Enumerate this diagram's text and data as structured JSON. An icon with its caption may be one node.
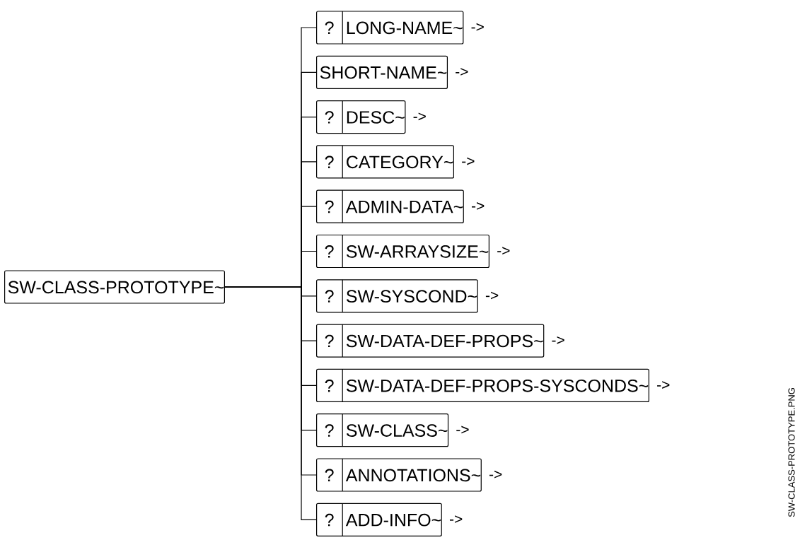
{
  "diagram": {
    "nodes": [
      {
        "text": [
          "SW-CLASS-PROTOTYPE~"
        ]
      },
      {
        "text": [
          "?",
          "LONG-NAME~"
        ],
        "beside": [
          "->"
        ]
      },
      {
        "text": [
          "SHORT-NAME~"
        ],
        "beside": [
          "->"
        ]
      },
      {
        "text": [
          "?",
          "DESC~"
        ],
        "beside": [
          "->"
        ]
      },
      {
        "text": [
          "?",
          "CATEGORY~"
        ],
        "beside": [
          "->"
        ]
      },
      {
        "text": [
          "?",
          "ADMIN-DATA~"
        ],
        "beside": [
          "->"
        ]
      },
      {
        "text": [
          "?",
          "SW-ARRAYSIZE~"
        ],
        "beside": [
          "->"
        ]
      },
      {
        "text": [
          "?",
          "SW-SYSCOND~"
        ],
        "beside": [
          "->"
        ]
      },
      {
        "text": [
          "?",
          "SW-DATA-DEF-PROPS~"
        ],
        "beside": [
          "->"
        ]
      },
      {
        "text": [
          "?",
          "SW-DATA-DEF-PROPS-SYSCONDS~"
        ],
        "beside": [
          "->"
        ]
      },
      {
        "text": [
          "?",
          "SW-CLASS~"
        ],
        "beside": [
          "->"
        ]
      },
      {
        "text": [
          "?",
          "ANNOTATIONS~"
        ],
        "beside": [
          "->"
        ]
      },
      {
        "text": [
          "?",
          "ADD-INFO~"
        ],
        "beside": [
          "->"
        ]
      }
    ],
    "edges": [
      {
        "from": 0,
        "to": 1,
        "arrow": "none"
      },
      {
        "from": 0,
        "to": 2,
        "arrow": "none"
      },
      {
        "from": 0,
        "to": 3,
        "arrow": "none"
      },
      {
        "from": 0,
        "to": 4,
        "arrow": "none"
      },
      {
        "from": 0,
        "to": 5,
        "arrow": "none"
      },
      {
        "from": 0,
        "to": 6,
        "arrow": "none"
      },
      {
        "from": 0,
        "to": 7,
        "arrow": "none"
      },
      {
        "from": 0,
        "to": 8,
        "arrow": "none"
      },
      {
        "from": 0,
        "to": 9,
        "arrow": "none"
      },
      {
        "from": 0,
        "to": 10,
        "arrow": "none"
      },
      {
        "from": 0,
        "to": 11,
        "arrow": "none"
      },
      {
        "from": 0,
        "to": 12,
        "arrow": "none"
      }
    ],
    "labels": [
      "SW-CLASS-PROTOTYPE.PNG"
    ]
  }
}
